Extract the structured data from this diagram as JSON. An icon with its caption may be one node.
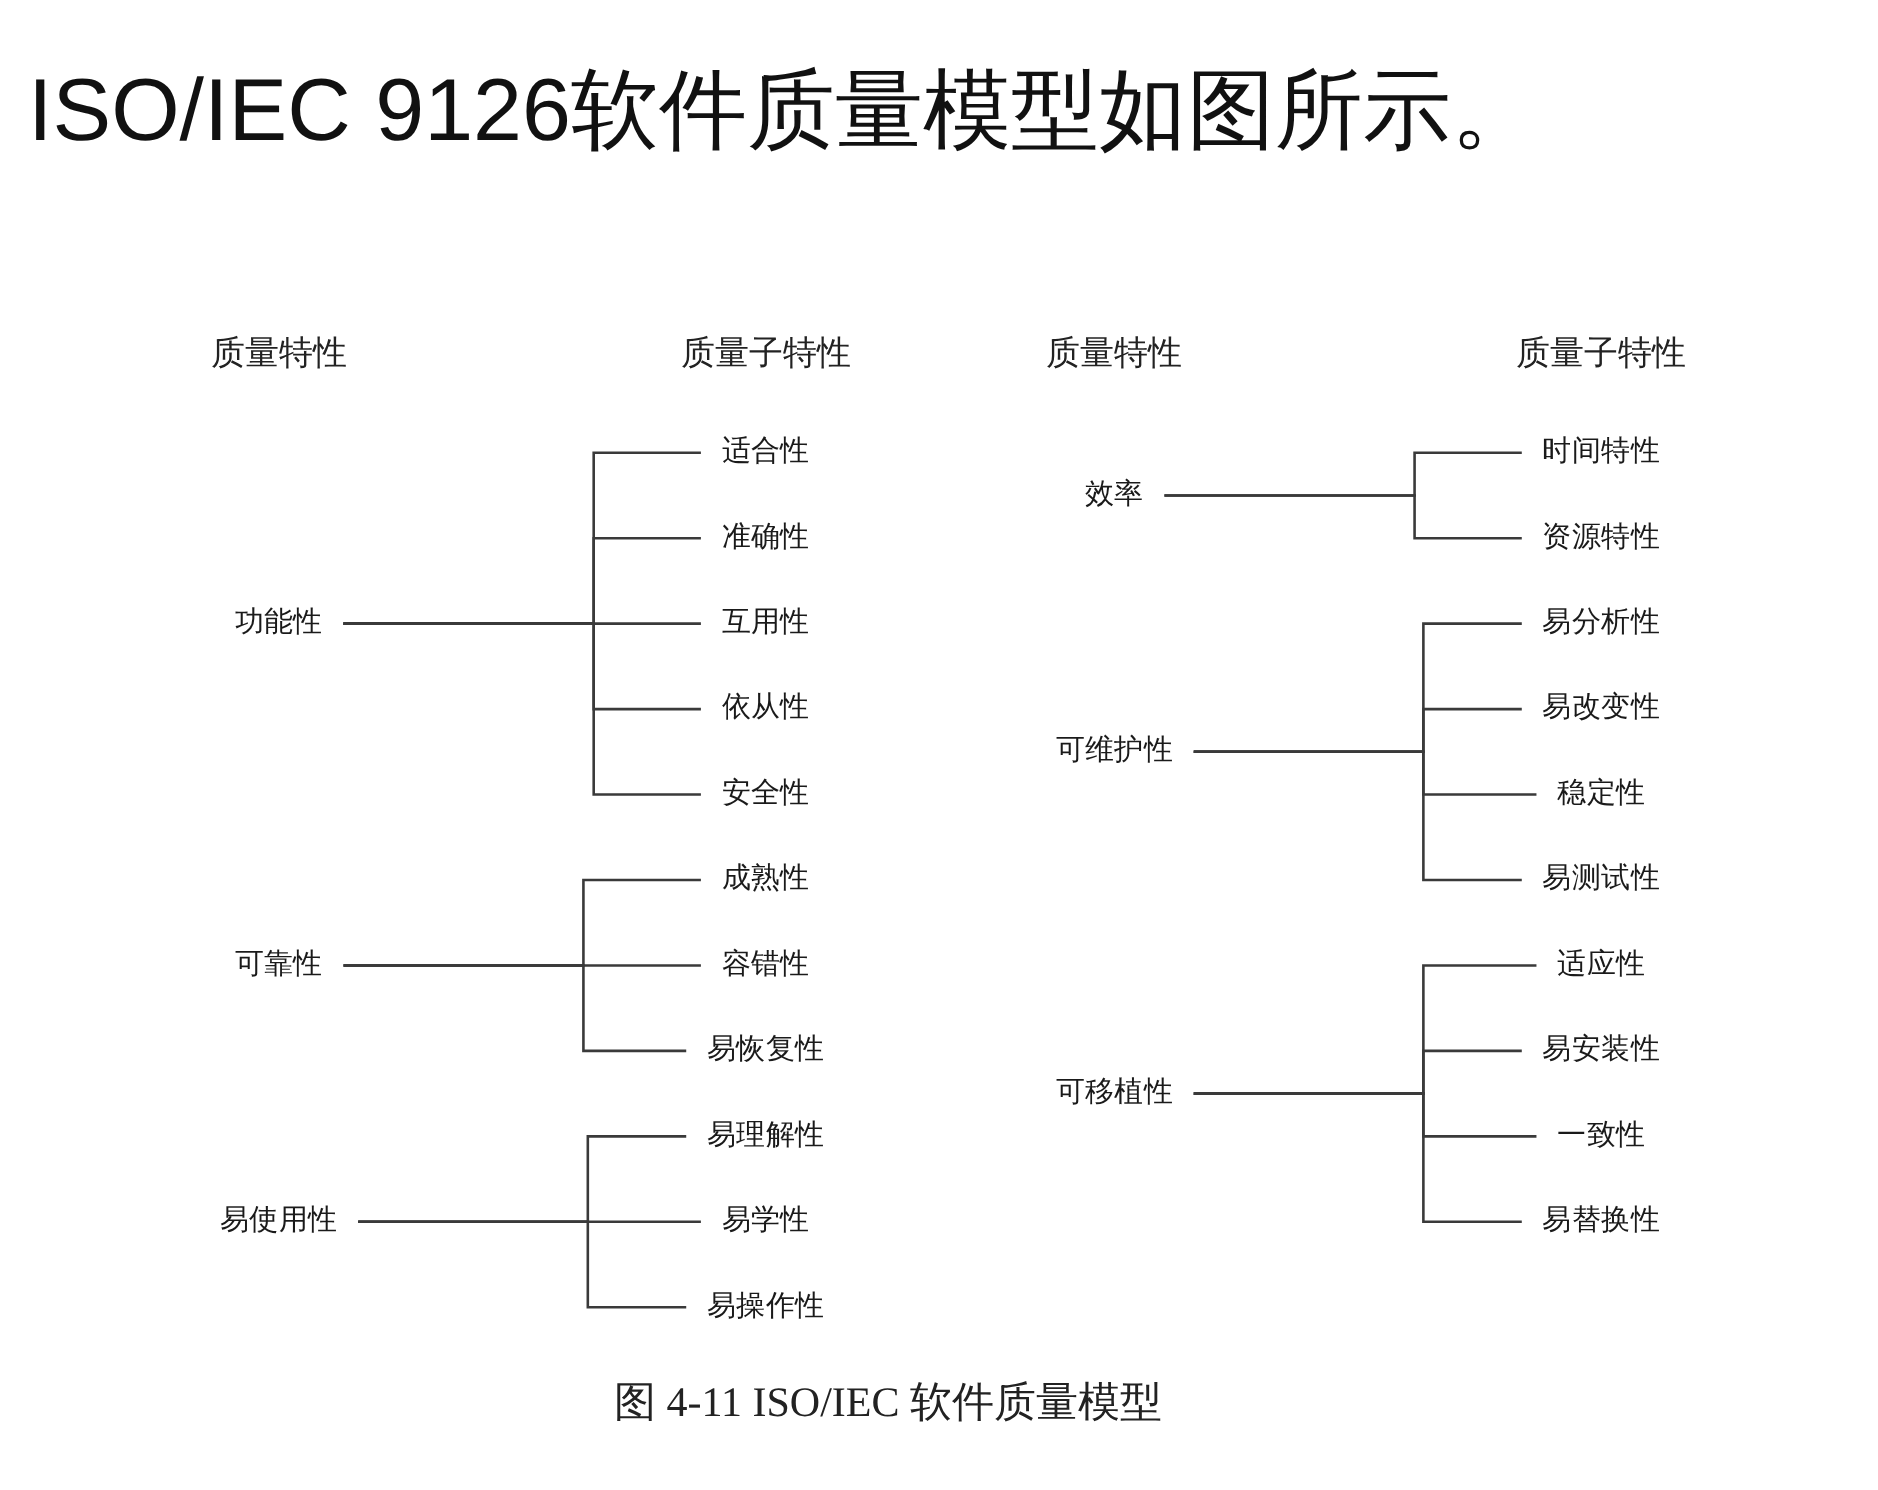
{
  "diagram": {
    "title": "ISO/IEC 9126软件质量模型如图所示。",
    "caption": "图 4-11 ISO/IEC 软件质量模型",
    "nodes": [
      {
        "text": [
          "功能性"
        ]
      },
      {
        "text": [
          "适合性"
        ]
      },
      {
        "text": [
          "准确性"
        ]
      },
      {
        "text": [
          "互用性"
        ]
      },
      {
        "text": [
          "依从性"
        ]
      },
      {
        "text": [
          "安全性"
        ]
      },
      {
        "text": [
          "可靠性"
        ]
      },
      {
        "text": [
          "成熟性"
        ]
      },
      {
        "text": [
          "容错性"
        ]
      },
      {
        "text": [
          "易恢复性"
        ]
      },
      {
        "text": [
          "易使用性"
        ]
      },
      {
        "text": [
          "易理解性"
        ]
      },
      {
        "text": [
          "易学性"
        ]
      },
      {
        "text": [
          "易操作性"
        ]
      },
      {
        "text": [
          "效率"
        ]
      },
      {
        "text": [
          "时间特性"
        ]
      },
      {
        "text": [
          "资源特性"
        ]
      },
      {
        "text": [
          "可维护性"
        ]
      },
      {
        "text": [
          "易分析性"
        ]
      },
      {
        "text": [
          "易改变性"
        ]
      },
      {
        "text": [
          "稳定性"
        ]
      },
      {
        "text": [
          "易测试性"
        ]
      },
      {
        "text": [
          "可移植性"
        ]
      },
      {
        "text": [
          "适应性"
        ]
      },
      {
        "text": [
          "易安装性"
        ]
      },
      {
        "text": [
          "一致性"
        ]
      },
      {
        "text": [
          "易替换性"
        ]
      }
    ],
    "edges": [
      {
        "from": 0,
        "to": 1,
        "arrow": "none"
      },
      {
        "from": 0,
        "to": 2,
        "arrow": "none"
      },
      {
        "from": 0,
        "to": 3,
        "arrow": "none"
      },
      {
        "from": 0,
        "to": 4,
        "arrow": "none"
      },
      {
        "from": 0,
        "to": 5,
        "arrow": "none"
      },
      {
        "from": 6,
        "to": 7,
        "arrow": "none"
      },
      {
        "from": 6,
        "to": 8,
        "arrow": "none"
      },
      {
        "from": 6,
        "to": 9,
        "arrow": "none"
      },
      {
        "from": 10,
        "to": 11,
        "arrow": "none"
      },
      {
        "from": 10,
        "to": 12,
        "arrow": "none"
      },
      {
        "from": 10,
        "to": 13,
        "arrow": "none"
      },
      {
        "from": 14,
        "to": 15,
        "arrow": "none"
      },
      {
        "from": 14,
        "to": 16,
        "arrow": "none"
      },
      {
        "from": 17,
        "to": 18,
        "arrow": "none"
      },
      {
        "from": 17,
        "to": 19,
        "arrow": "none"
      },
      {
        "from": 17,
        "to": 20,
        "arrow": "none"
      },
      {
        "from": 17,
        "to": 21,
        "arrow": "none"
      },
      {
        "from": 22,
        "to": 23,
        "arrow": "none"
      },
      {
        "from": 22,
        "to": 24,
        "arrow": "none"
      },
      {
        "from": 22,
        "to": 25,
        "arrow": "none"
      },
      {
        "from": 22,
        "to": 26,
        "arrow": "none"
      }
    ],
    "labels": [
      "质量特性",
      "质量子特性",
      "质量特性",
      "质量子特性"
    ]
  }
}
